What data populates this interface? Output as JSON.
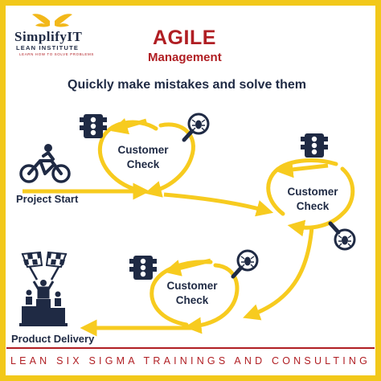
{
  "logo": {
    "name": "SimplifyIT",
    "subtitle": "LEAN INSTITUTE",
    "tagline": "LEARN HOW TO SOLVE PROBLEMS"
  },
  "header": {
    "title": "AGILE",
    "subtitle": "Management"
  },
  "tagline": "Quickly make mistakes and solve them",
  "nodes": [
    {
      "label_line1": "Customer",
      "label_line2": "Check"
    },
    {
      "label_line1": "Customer",
      "label_line2": "Check"
    },
    {
      "label_line1": "Customer",
      "label_line2": "Check"
    }
  ],
  "start_label": "Project Start",
  "end_label": "Product Delivery",
  "footer": "LEAN SIX SIGMA TRAININGS AND CONSULTING",
  "colors": {
    "frame": "#F2C81A",
    "accent_red": "#B01E23",
    "navy": "#1F2A44",
    "arrow_yellow": "#F7CB1F"
  },
  "icons": [
    "wings-icon",
    "traffic-light-icon",
    "bug-magnifier-icon",
    "cyclist-icon",
    "checkered-flags-icon",
    "podium-icon"
  ]
}
